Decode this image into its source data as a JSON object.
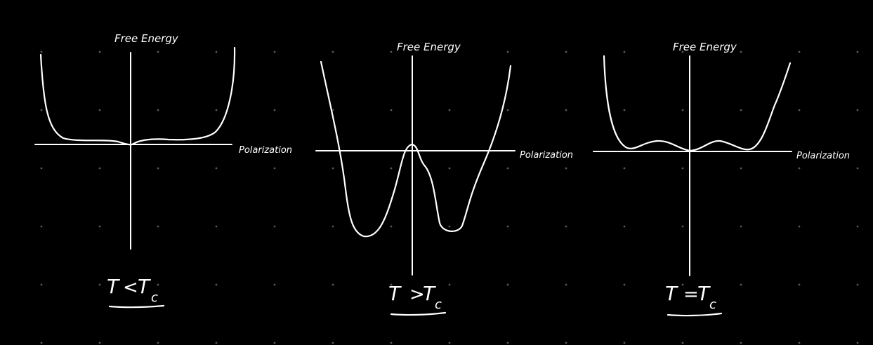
{
  "colors": {
    "background": "#000000",
    "ink": "#ffffff",
    "grid_dot": "#5a5a5a"
  },
  "panels": [
    {
      "y_axis_label": "Free Energy",
      "x_axis_label": "Polarization",
      "condition": {
        "lhs": "T",
        "op": "<",
        "rhs": "T",
        "sub": "c"
      }
    },
    {
      "y_axis_label": "Free Energy",
      "x_axis_label": "Polarization",
      "condition": {
        "lhs": "T",
        "op": ">",
        "rhs": "T",
        "sub": "c"
      }
    },
    {
      "y_axis_label": "Free Energy",
      "x_axis_label": "Polarization",
      "condition": {
        "lhs": "T",
        "op": "=",
        "rhs": "T",
        "sub": "c"
      }
    }
  ]
}
